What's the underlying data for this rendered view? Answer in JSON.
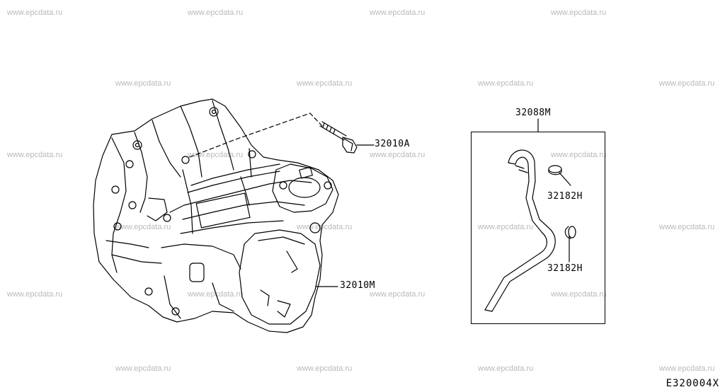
{
  "watermark_text": "www.epcdata.ru",
  "parts": {
    "bolt": "32010A",
    "transaxle": "32010M",
    "hose_kit": "32088M",
    "clip_upper": "32182H",
    "clip_lower": "32182H"
  },
  "diagram_code": "E320004X"
}
